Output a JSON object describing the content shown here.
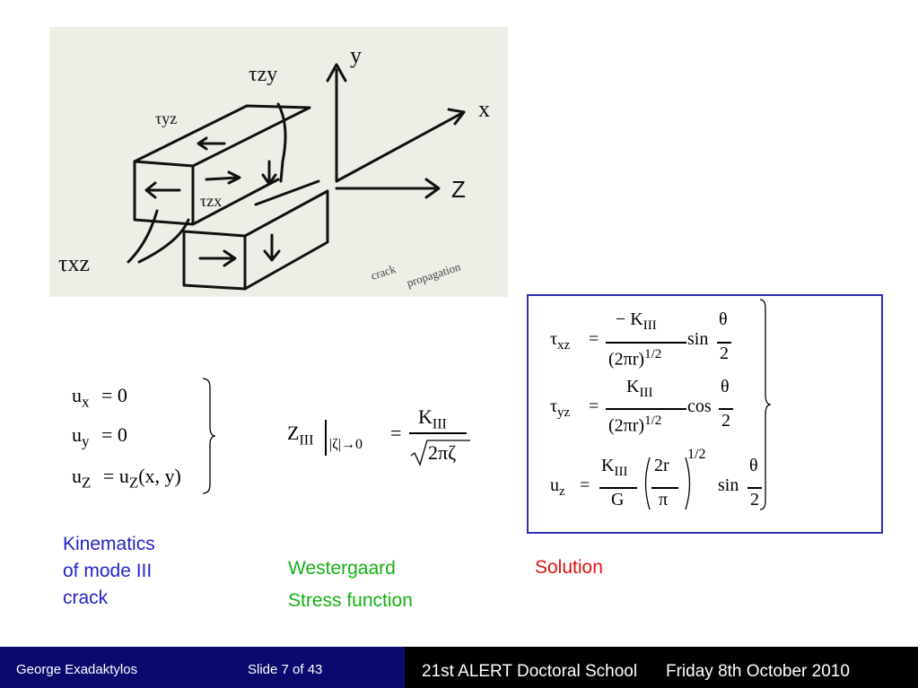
{
  "sketch": {
    "labels": {
      "y_axis": "y",
      "x_axis": "x",
      "z_axis": "Z",
      "tau_zy": "τzy",
      "tau_yz": "τyz",
      "tau_zx": "τzx",
      "tau_xz": "τxz",
      "crack_note_1": "crack",
      "crack_note_2": "propagation"
    }
  },
  "kinematics": {
    "ux_lhs": "u",
    "ux_sub": "x",
    "ux_rhs": "= 0",
    "uy_lhs": "u",
    "uy_sub": "y",
    "uy_rhs": "= 0",
    "uz_lhs": "u",
    "uz_sub": "Z",
    "uz_eq": "=",
    "uz_rhs_u": "u",
    "uz_rhs_sub": "Z",
    "uz_rhs_args": "(x, y)",
    "caption_line1": "Kinematics",
    "caption_line2": "of mode III",
    "caption_line3": "crack"
  },
  "westergaard": {
    "Z": "Z",
    "sub": "III",
    "cond": "|ζ|→0",
    "eq": "=",
    "num_K": "K",
    "num_sub": "III",
    "den": "2πζ",
    "caption_line1": "Westergaard",
    "caption_line2": "Stress function"
  },
  "solution": {
    "tau": "τ",
    "xz": "xz",
    "yz": "yz",
    "eq": "=",
    "neg_K": "− K",
    "K": "K",
    "III": "III",
    "den": "(2πr)",
    "pow": "1/2",
    "sin": "sin",
    "cos": "cos",
    "theta": "θ",
    "two": "2",
    "u": "u",
    "z": "z",
    "G": "G",
    "two_r": "2r",
    "pi": "π",
    "caption": "Solution"
  },
  "footer": {
    "author": "George Exadaktylos",
    "slide": "Slide 7 of 43",
    "event": "21st ALERT Doctoral School",
    "date": "Friday 8th October 2010"
  },
  "colors": {
    "kinematics_caption": "#2424c8",
    "westergaard_caption": "#12b012",
    "solution_caption": "#e01010",
    "solution_border": "#2e2eb8",
    "footer_left_bg": "#0a0a6e",
    "footer_right_bg": "#000000"
  }
}
